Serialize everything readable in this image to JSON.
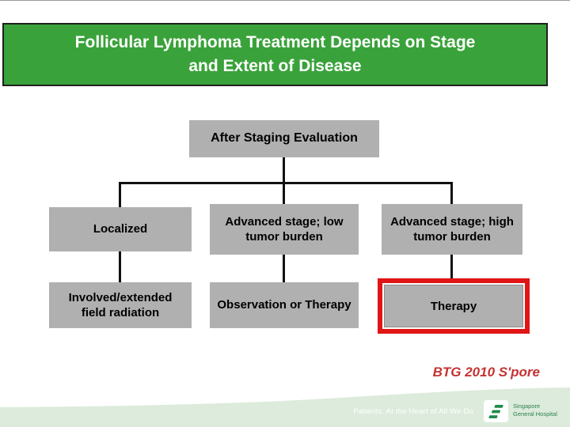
{
  "slide": {
    "title_line1": "Follicular Lymphoma Treatment Depends on Stage",
    "title_line2": "and Extent of Disease"
  },
  "flowchart": {
    "root_label": "After Staging Evaluation",
    "branches": [
      {
        "stage": "Localized",
        "action": "Involved/extended field radiation",
        "highlighted": false
      },
      {
        "stage": "Advanced stage; low tumor burden",
        "action": "Observation or Therapy",
        "highlighted": false
      },
      {
        "stage": "Advanced stage; high tumor burden",
        "action": "Therapy",
        "highlighted": true
      }
    ]
  },
  "citation": "BTG 2010 S'pore",
  "footer": {
    "tagline": "Patients. At the Heart of All We Do",
    "hospital_name_line1": "Singapore",
    "hospital_name_line2": "General Hospital"
  },
  "colors": {
    "banner_green": "#3aa23a",
    "banner_border": "#1f1f1f",
    "box_gray": "#b0b0b0",
    "connector_black": "#111111",
    "highlight_red": "#e01515",
    "citation_red": "#c53232",
    "footer_pale_green": "#dcebdb",
    "logo_green": "#1e8a4a"
  }
}
